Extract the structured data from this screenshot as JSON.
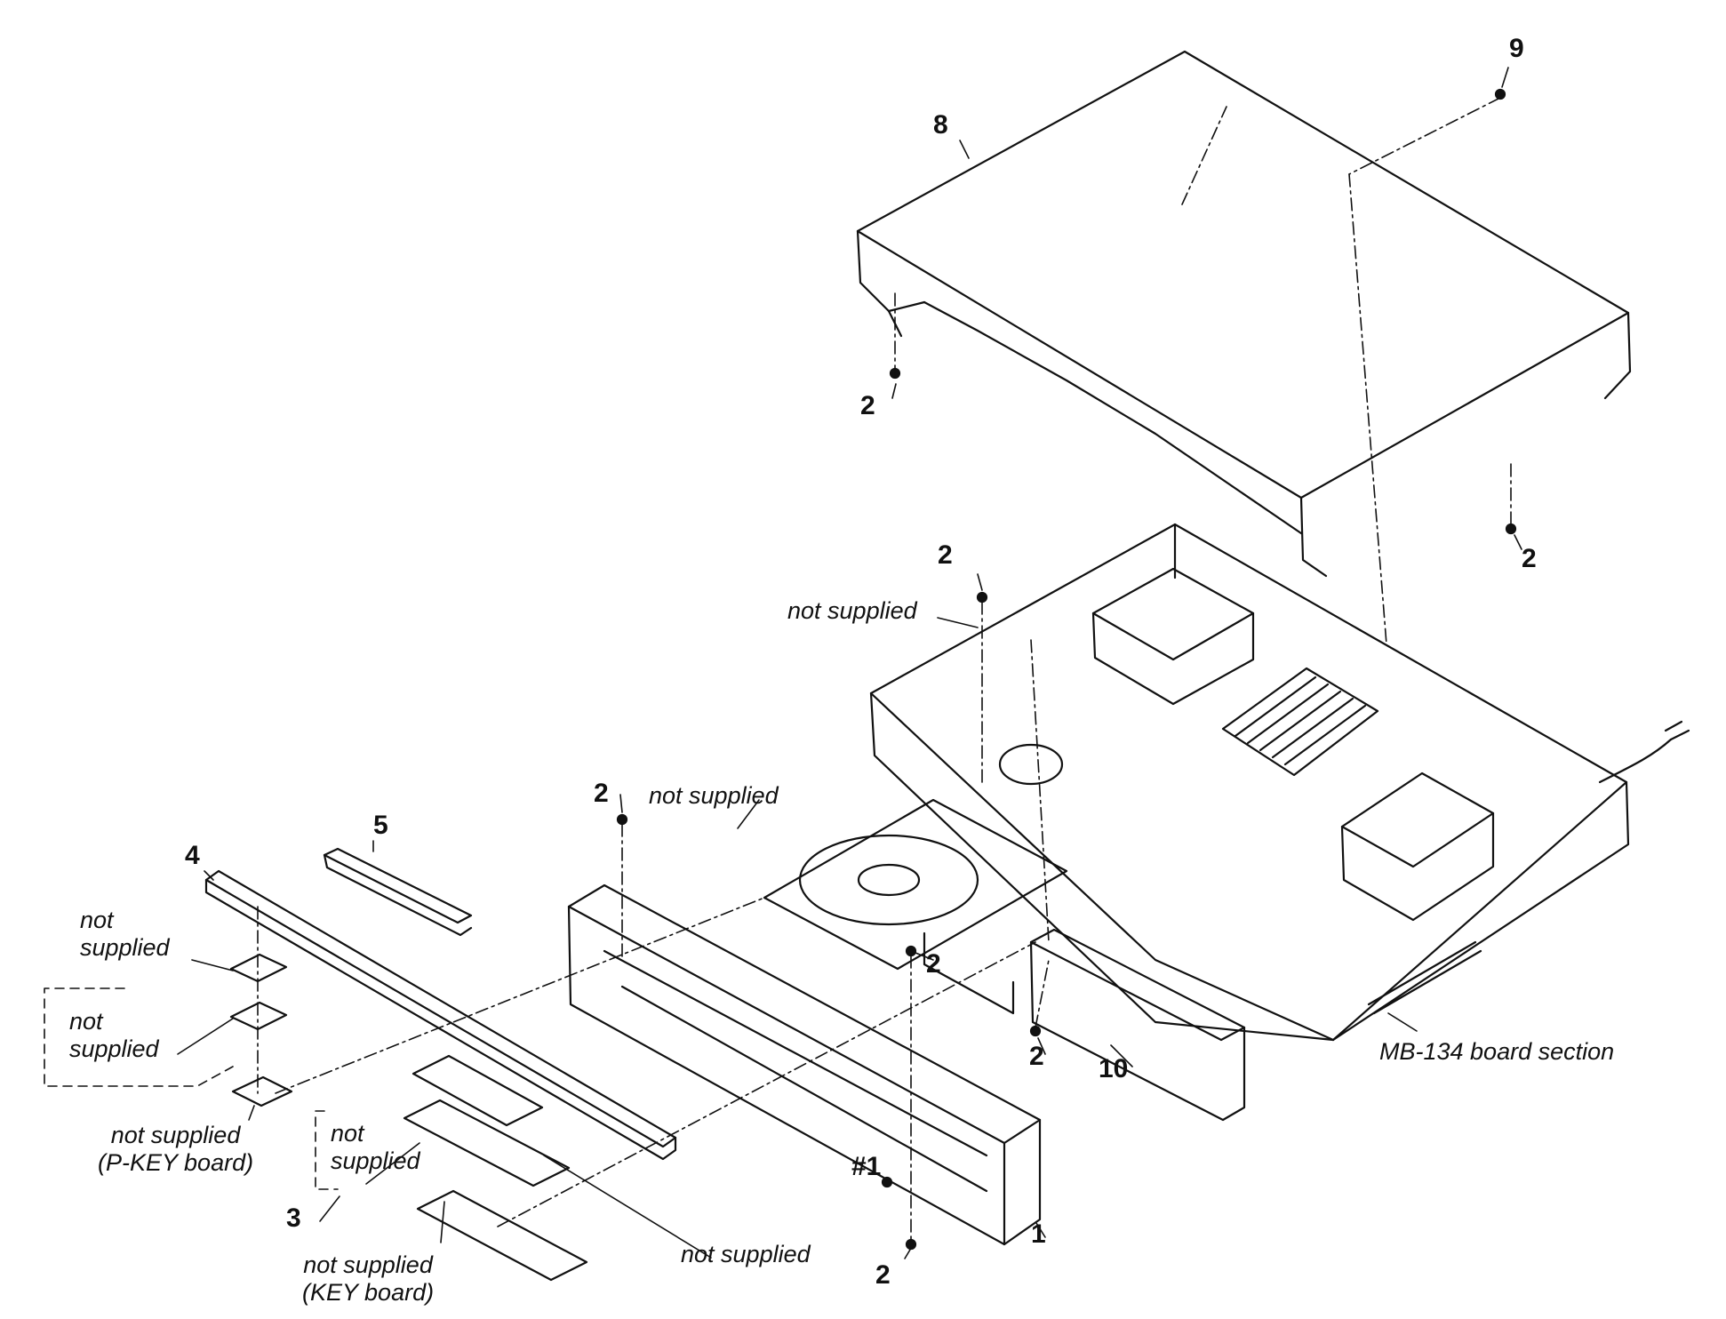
{
  "colors": {
    "ink": "#111111",
    "background": "#ffffff"
  },
  "callouts": {
    "n1": "1",
    "n2a": "2",
    "n2b": "2",
    "n2c": "2",
    "n2d": "2",
    "n2e": "2",
    "n2f": "2",
    "n2g": "2",
    "n3": "3",
    "n4": "4",
    "n5": "5",
    "n8": "8",
    "n9": "9",
    "n10": "10",
    "hash1": "#1"
  },
  "notes": {
    "ns_top": "not supplied",
    "ns_mid": "not supplied",
    "ns_left1_a": "not",
    "ns_left1_b": "supplied",
    "ns_left2_a": "not",
    "ns_left2_b": "supplied",
    "ns_pkey_a": "not supplied",
    "ns_pkey_b": "(P-KEY board)",
    "ns_3_a": "not",
    "ns_3_b": "supplied",
    "ns_key_a": "not supplied",
    "ns_key_b": "(KEY board)",
    "ns_bottom": "not supplied",
    "board_section": "MB-134 board section"
  }
}
